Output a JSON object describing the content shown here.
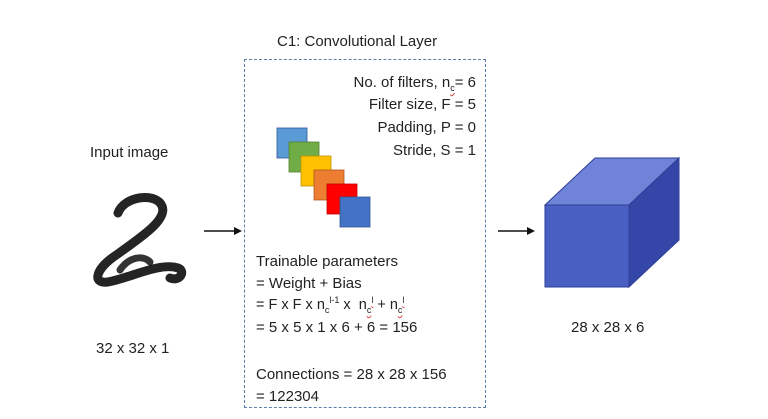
{
  "layer_title": "C1: Convolutional Layer",
  "input": {
    "label": "Input image",
    "size": "32 x 32 x 1",
    "digit": "2"
  },
  "params": {
    "filters": "No. of filters, n",
    "filters_sub": "c",
    "filters_value": "= 6",
    "filter_size": "Filter size, F = 5",
    "padding": "Padding, P = 0",
    "stride": "Stride, S = 1"
  },
  "trainable": {
    "title": "Trainable parameters",
    "line1": "= Weight + Bias",
    "line2_a": "= F x F x n",
    "line2_sub1": "c",
    "line2_sup1": "l-1",
    "line2_b": " x  n",
    "line2_sub2": "c",
    "line2_sup2": "l",
    "line2_c": " + n",
    "line2_sub3": "c",
    "line2_sup3": "l",
    "line3": "= 5 x 5 x 1 x 6 + 6 = 156"
  },
  "connections": {
    "line1": "Connections = 28 x 28 x 156",
    "line2": "= 122304"
  },
  "output": {
    "size": "28 x 28 x 6"
  },
  "colors": {
    "filters": [
      "#5b9bd5",
      "#70ad47",
      "#ffc000",
      "#ed7d31",
      "#ff0000",
      "#4472c4"
    ],
    "cube_front": "#4a5fc2",
    "cube_top": "#6f83d8",
    "cube_side": "#3447a8",
    "border": "#5b7fa8"
  }
}
